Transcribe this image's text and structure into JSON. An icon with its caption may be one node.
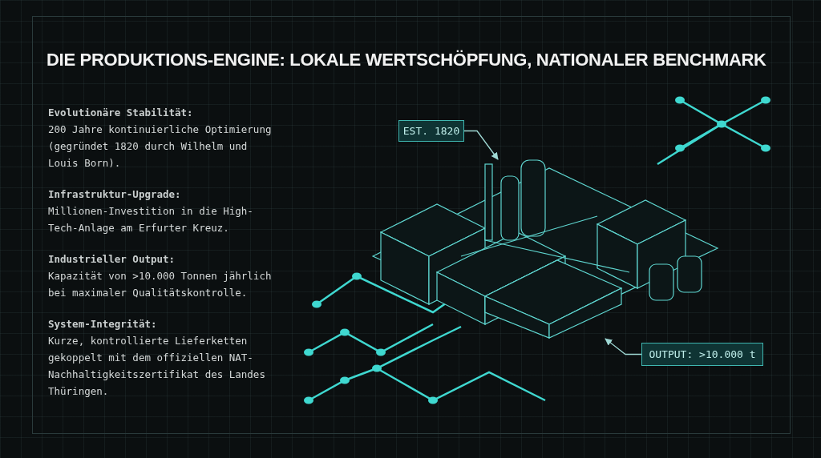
{
  "diagram": {
    "title": "DIE PRODUKTIONS-ENGINE: LOKALE WERTSCHÖPFUNG, NATIONALER BENCHMARK",
    "nodes": [
      {
        "text": [
          "EST. 1820"
        ]
      },
      {
        "text": [
          "OUTPUT: >10.000 t"
        ]
      },
      {
        "text": [],
        "shape": "picture"
      }
    ],
    "edges": [
      {
        "from": 0,
        "to": 2,
        "arrow": "to"
      },
      {
        "from": 1,
        "to": 2,
        "arrow": "to"
      }
    ],
    "labels": [
      "Evolutionäre Stabilität:",
      "200 Jahre kontinuierliche Optimierung (gegründet 1820 durch Wilhelm und Louis Born).",
      "Infrastruktur-Upgrade:",
      "Millionen-Investition in die High-Tech-Anlage am Erfurter Kreuz.",
      "Industrieller Output:",
      "Kapazität von >10.000 Tonnen jährlich bei maximaler Qualitätskontrolle.",
      "System-Integrität:",
      "Kurze, kontrollierte Lieferketten gekoppelt mit dem offiziellen NAT-Nachhaltigkeitszertifikat des Landes Thüringen."
    ]
  }
}
